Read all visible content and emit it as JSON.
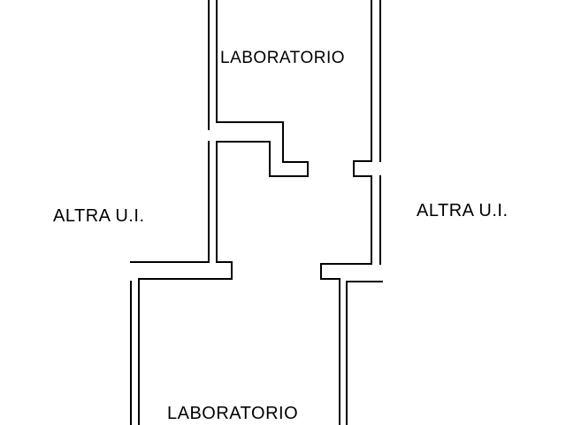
{
  "rooms": {
    "laboratorio_upper": "LABORATORIO",
    "altra_ui_left": "ALTRA U.I.",
    "altra_ui_right": "ALTRA U.I.",
    "laboratorio_lower": "LABORATORIO"
  },
  "colors": {
    "wall": "#000000",
    "background": "#ffffff",
    "text": "#000000"
  }
}
